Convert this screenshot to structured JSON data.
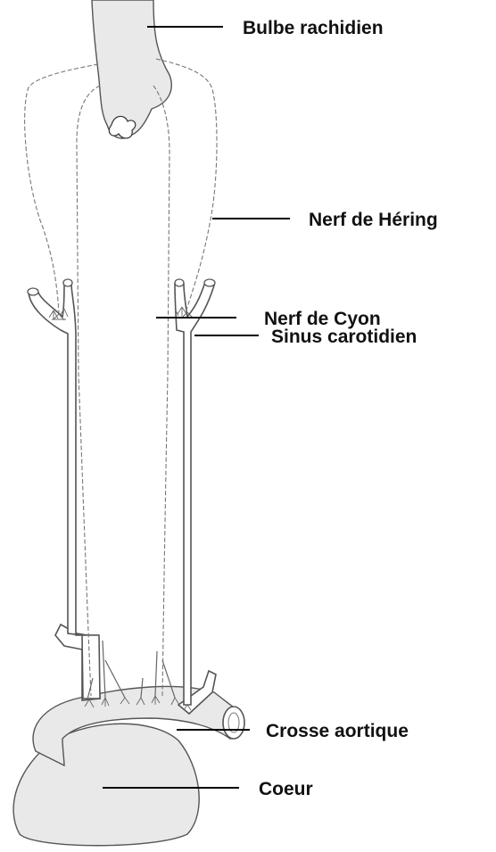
{
  "labels": {
    "bulbe": "Bulbe rachidien",
    "hering": "Nerf de Héring",
    "sinus": "Sinus carotidien",
    "cyon": "Nerf de Cyon",
    "crosse": "Crosse aortique",
    "coeur": "Coeur"
  }
}
